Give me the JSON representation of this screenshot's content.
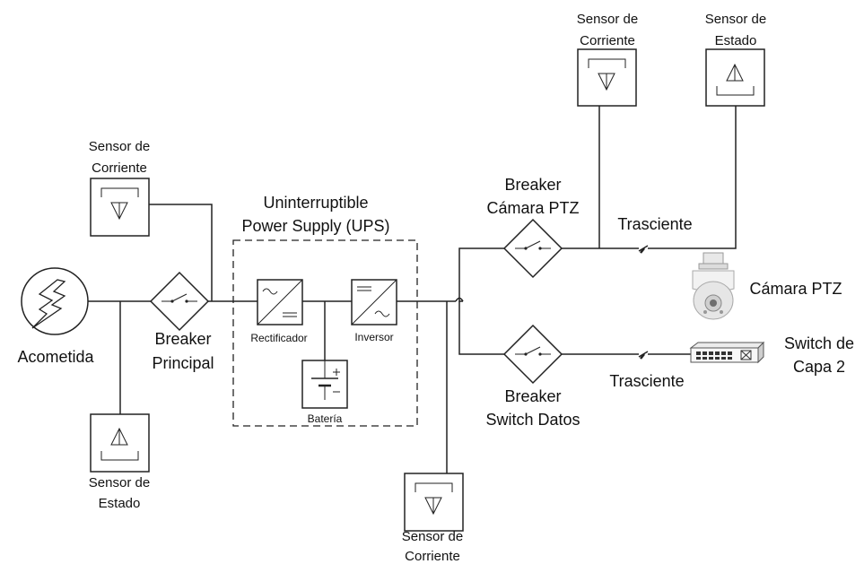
{
  "labels": {
    "acometida": "Acometida",
    "breaker_principal_1": "Breaker",
    "breaker_principal_2": "Principal",
    "ups_title_1": "Uninterruptible",
    "ups_title_2": "Power Supply (UPS)",
    "rectificador": "Rectificador",
    "inversor": "Inversor",
    "bateria": "Batería",
    "breaker_camara_1": "Breaker",
    "breaker_camara_2": "Cámara PTZ",
    "breaker_switch_1": "Breaker",
    "breaker_switch_2": "Switch Datos",
    "trasciente_camara": "Trasciente",
    "trasciente_switch": "Trasciente",
    "camara_ptz": "Cámara PTZ",
    "switch_1": "Switch de",
    "switch_2": "Capa 2",
    "sensor_corriente_left_1": "Sensor de",
    "sensor_corriente_left_2": "Corriente",
    "sensor_estado_left_1": "Sensor de",
    "sensor_estado_left_2": "Estado",
    "sensor_corriente_bottom_1": "Sensor de",
    "sensor_corriente_bottom_2": "Corriente",
    "sensor_corriente_top_1": "Sensor de",
    "sensor_corriente_top_2": "Corriente",
    "sensor_estado_top_1": "Sensor de",
    "sensor_estado_top_2": "Estado"
  },
  "icons": {
    "source": "lightning-icon",
    "breaker": "breaker-icon",
    "rectifier": "rectifier-icon",
    "inverter": "inverter-icon",
    "battery": "battery-icon",
    "surge": "surge-protector-icon",
    "camera": "ptz-camera-icon",
    "switch": "network-switch-icon",
    "current_sensor": "current-sensor-icon",
    "state_sensor": "state-sensor-icon"
  }
}
